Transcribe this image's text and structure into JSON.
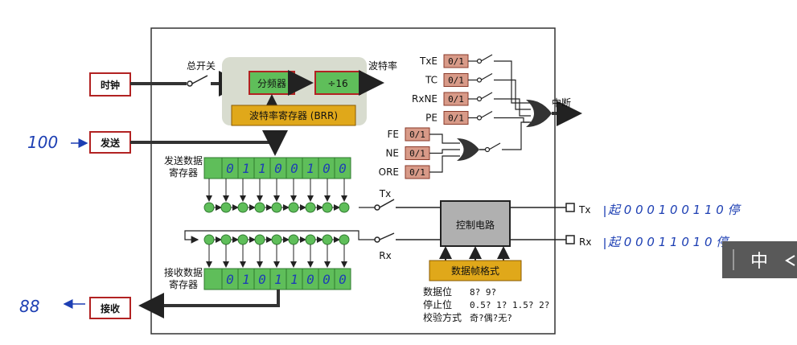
{
  "blocks": {
    "clock": "时钟",
    "send": "发送",
    "receive": "接收",
    "master_switch": "总开关",
    "divider": "分频器",
    "div16": "÷16",
    "baud_rate": "波特率",
    "brr": "波特率寄存器 (BRR)",
    "tx_data_reg_line1": "发送数据",
    "tx_data_reg_line2": "寄存器",
    "rx_data_reg_line1": "接收数据",
    "rx_data_reg_line2": "寄存器",
    "control_circuit": "控制电路",
    "frame_format": "数据帧格式",
    "interrupt": "中断",
    "tx_short": "Tx",
    "rx_short": "Rx",
    "tx_pin": "Tx",
    "rx_pin": "Rx"
  },
  "flags": {
    "top": [
      "TxE",
      "TC",
      "RxNE",
      "PE"
    ],
    "bottom": [
      "FE",
      "NE",
      "ORE"
    ],
    "value": "0/1"
  },
  "frame_options": [
    {
      "label": "数据位",
      "value": "8? 9?"
    },
    {
      "label": "停止位",
      "value": "0.5? 1? 1.5? 2?"
    },
    {
      "label": "校验方式",
      "value": "奇?偶?无?"
    }
  ],
  "annotations": {
    "send_value": "100",
    "receive_value": "88",
    "tx_bits": [
      "0",
      "1",
      "1",
      "0",
      "0",
      "1",
      "0",
      "0"
    ],
    "rx_bits": [
      "0",
      "1",
      "0",
      "1",
      "1",
      "0",
      "0",
      "0"
    ],
    "tx_frame": "起 0 0 0 1 0 0 1 1 0 停",
    "rx_frame": "起 0 0 0 1 1 0 1 0 停"
  },
  "ime": {
    "label": "中"
  },
  "colors": {
    "red_border": "#b22222",
    "flag_fill": "#d89a88",
    "green_fill": "#5fbe5a",
    "gold_fill": "#e0a81a",
    "panel_fill": "#d8dccf",
    "handwriting": "#1d3fb3"
  }
}
